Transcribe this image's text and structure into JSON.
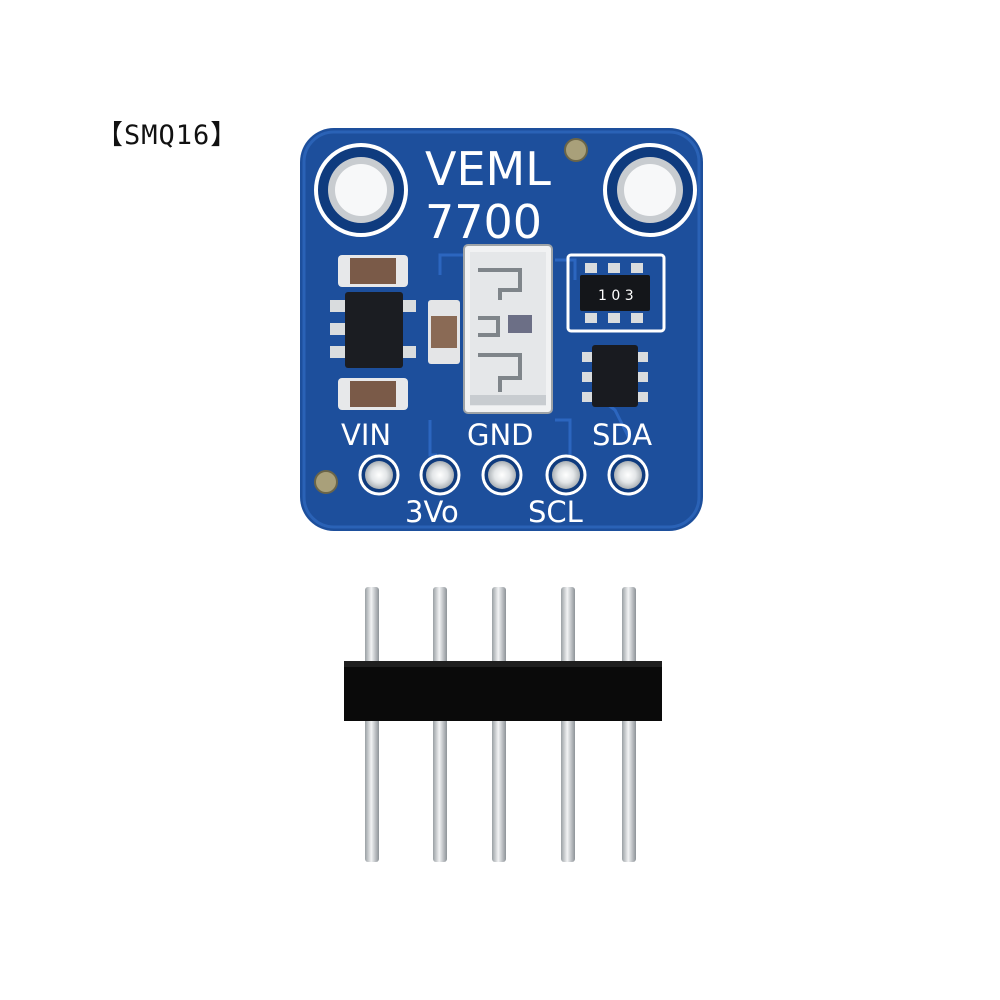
{
  "product": {
    "sku": "【SMQ16】"
  },
  "board": {
    "title_line1": "VEML",
    "title_line2": "7700",
    "chip_marking": "1 0 3",
    "colors": {
      "pcb": "#1d4f9c",
      "silkscreen": "#ffffff",
      "pad": "#cfd4d8",
      "header_plastic": "#0a0a0a",
      "pin_metal": "#c9ccce"
    },
    "pins_top_row": [
      "VIN",
      "GND",
      "SDA"
    ],
    "pins_bottom_row": [
      "3Vo",
      "SCL"
    ]
  },
  "header": {
    "pin_count": 5
  }
}
